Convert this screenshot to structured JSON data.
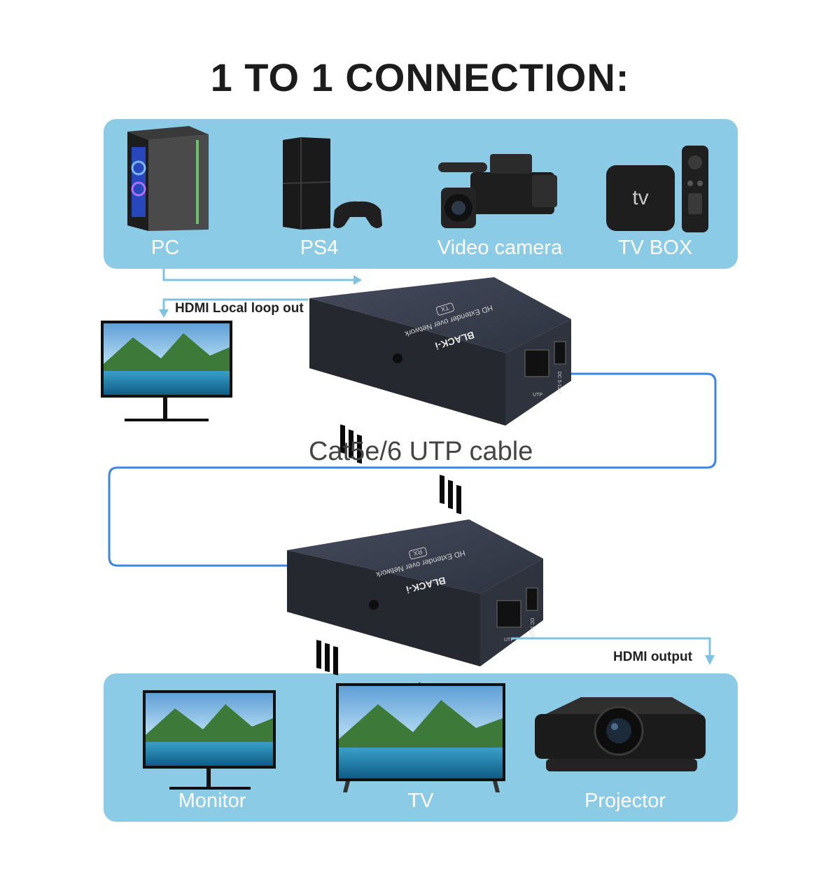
{
  "title": "1 TO 1 CONNECTION:",
  "sources": [
    {
      "label": "PC",
      "icon": "pc-tower-icon"
    },
    {
      "label": "PS4",
      "icon": "ps4-console-icon"
    },
    {
      "label": "Video camera",
      "icon": "video-camera-icon"
    },
    {
      "label": "TV BOX",
      "icon": "tv-box-icon"
    }
  ],
  "tv_box_logo": "tv",
  "local_loop_label": "HDMI Local loop out",
  "cable_label": "Cat5e/6 UTP cable",
  "transmitter": {
    "brand": "BLACK-i",
    "model": "HD Extender over Network",
    "badge": "TX",
    "port_utp": "UTP",
    "port_dc": "DC 5-12V"
  },
  "receiver": {
    "brand": "BLACK-i",
    "model": "HD Extender over Network",
    "badge": "RX",
    "port_utp": "UTP",
    "port_dc": "DC 5-12V"
  },
  "output_label": "HDMI output",
  "outputs": [
    {
      "label": "Monitor",
      "icon": "monitor-icon"
    },
    {
      "label": "TV",
      "icon": "tv-icon"
    },
    {
      "label": "Projector",
      "icon": "projector-icon"
    }
  ],
  "colors": {
    "panel": "#8ccbe6",
    "arrow": "#7ec2e4",
    "cable": "#3a86e8",
    "device_body": "#2b2e36",
    "device_top": "#3a3f4e"
  }
}
